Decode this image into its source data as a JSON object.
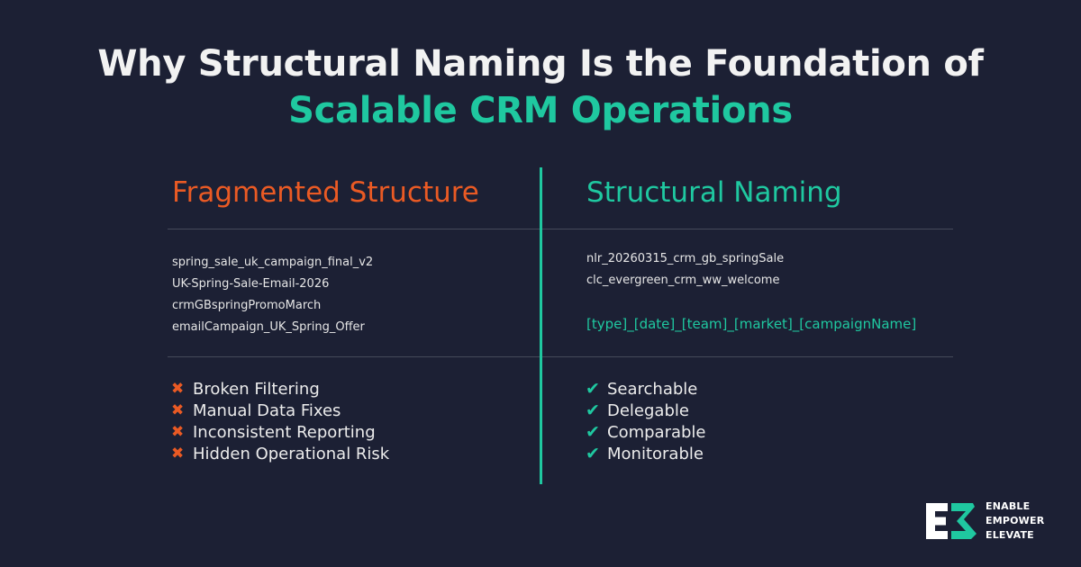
{
  "title": {
    "line1": "Why Structural Naming Is the Foundation of",
    "line2": "Scalable CRM Operations"
  },
  "left": {
    "heading": "Fragmented Structure",
    "examples": [
      "spring_sale_uk_campaign_final_v2",
      "UK-Spring-Sale-Email-2026",
      "crmGBspringPromoMarch",
      "emailCampaign_UK_Spring_Offer"
    ],
    "issues": [
      "Broken Filtering",
      "Manual Data Fixes",
      "Inconsistent Reporting",
      "Hidden Operational Risk"
    ],
    "marker": "✖"
  },
  "right": {
    "heading": "Structural Naming",
    "examples": [
      "nlr_20260315_crm_gb_springSale",
      "clc_evergreen_crm_ww_welcome"
    ],
    "pattern": "[type]_[date]_[team]_[market]_[campaignName]",
    "benefits": [
      "Searchable",
      "Delegable",
      "Comparable",
      "Monitorable"
    ],
    "marker": "✔"
  },
  "logo": {
    "icon": "e3-logo-icon",
    "lines": [
      "ENABLE",
      "EMPOWER",
      "ELEVATE"
    ]
  },
  "colors": {
    "background": "#1c2034",
    "accent_teal": "#1fc8a0",
    "accent_orange": "#ea5a24",
    "text": "#f2f2f2"
  }
}
